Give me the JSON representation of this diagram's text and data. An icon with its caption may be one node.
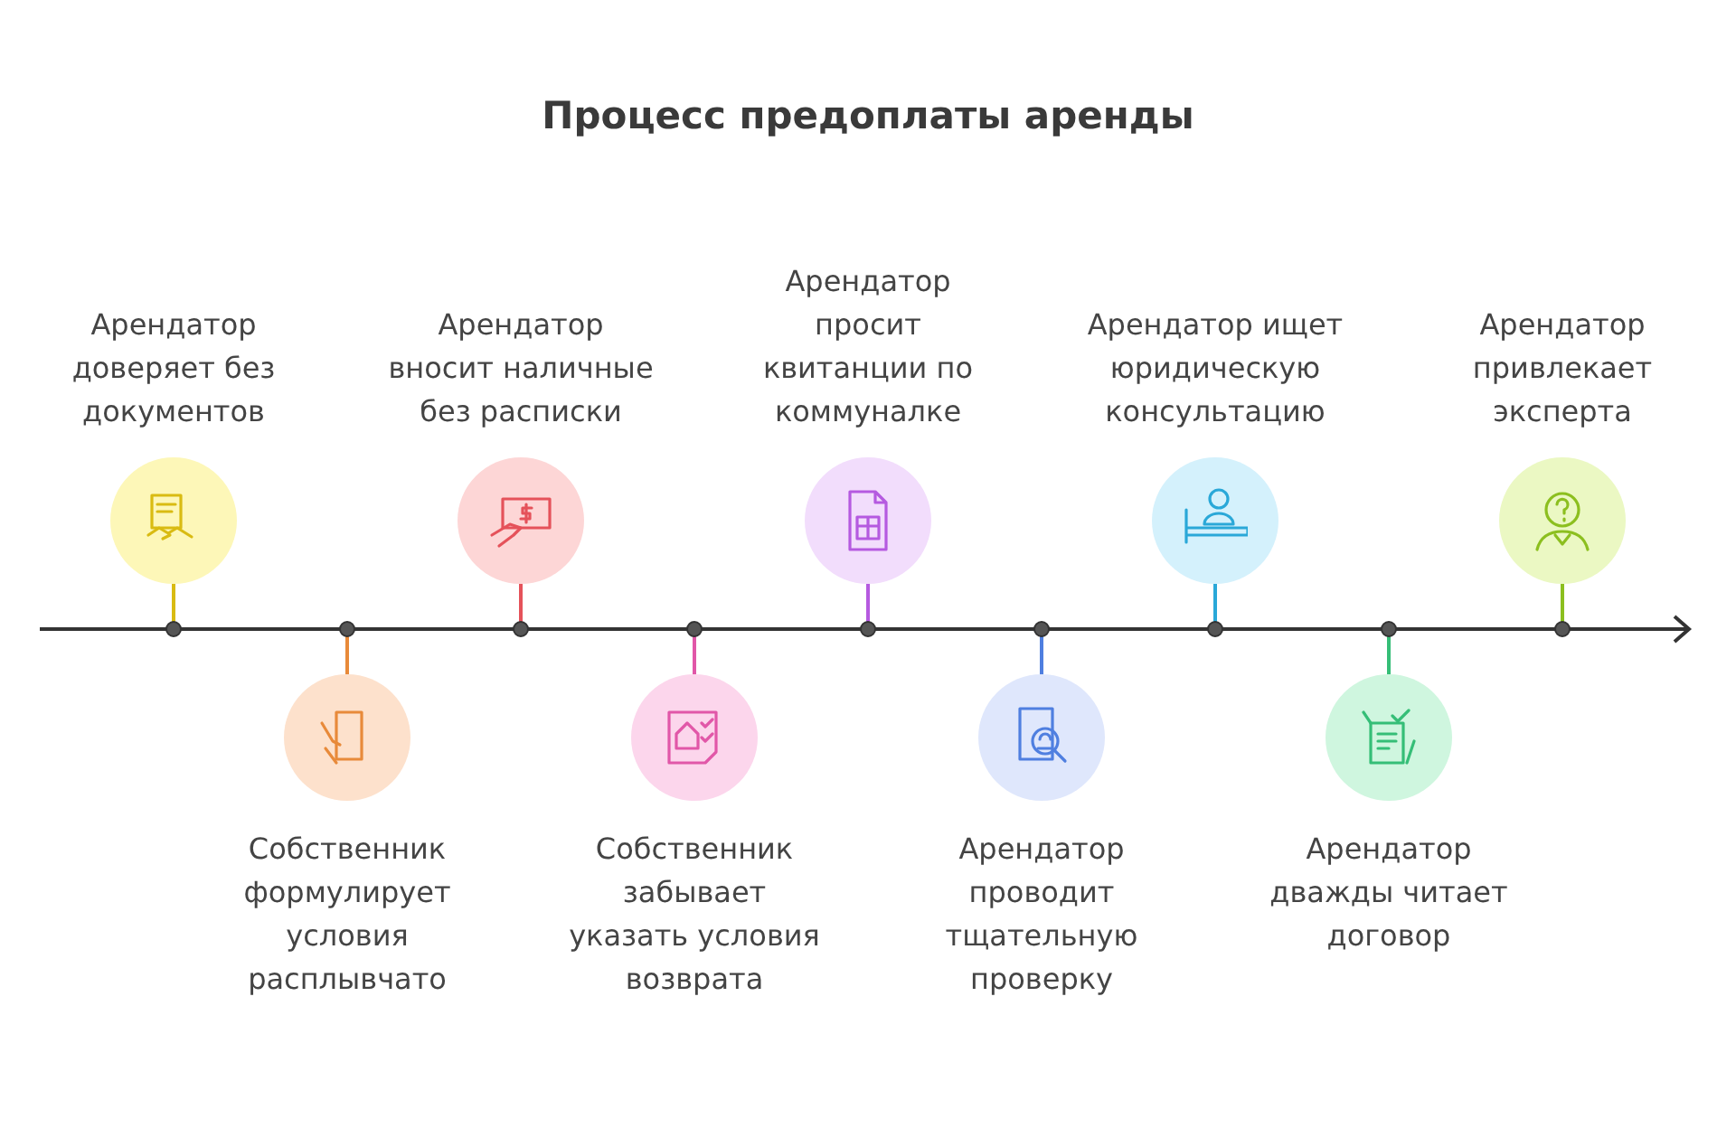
{
  "diagram": {
    "title": "Процесс предоплаты аренды",
    "nodes": [
      {
        "text": [
          "Арендатор доверяет без документов"
        ]
      },
      {
        "text": [
          "Собственник формулирует условия расплывчато"
        ]
      },
      {
        "text": [
          "Арендатор вносит наличные без расписки"
        ]
      },
      {
        "text": [
          "Собственник забывает указать условия возврата"
        ]
      },
      {
        "text": [
          "Арендатор просит квитанции по коммуналке"
        ]
      },
      {
        "text": [
          "Арендатор проводит тщательную проверку"
        ]
      },
      {
        "text": [
          "Арендатор ищет юридическую консультацию"
        ]
      },
      {
        "text": [
          "Арендатор дважды читает договор"
        ]
      },
      {
        "text": [
          "Арендатор привлекает эксперта"
        ]
      }
    ]
  }
}
